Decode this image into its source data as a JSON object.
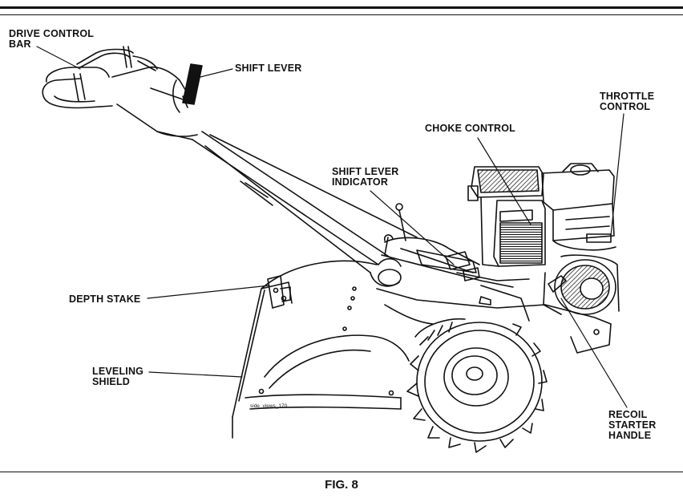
{
  "labels": {
    "drive_control_bar": "DRIVE CONTROL\nBAR",
    "shift_lever": "SHIFT LEVER",
    "throttle_control": "THROTTLE\nCONTROL",
    "choke_control": "CHOKE CONTROL",
    "shift_lever_indicator": "SHIFT LEVER\nINDICATOR",
    "depth_stake": "DEPTH STAKE",
    "leveling_shield": "LEVELING\nSHIELD",
    "recoil_starter_handle": "RECOIL\nSTARTER\nHANDLE"
  },
  "drawing_id": "side_views_170",
  "caption": "FIG. 8"
}
